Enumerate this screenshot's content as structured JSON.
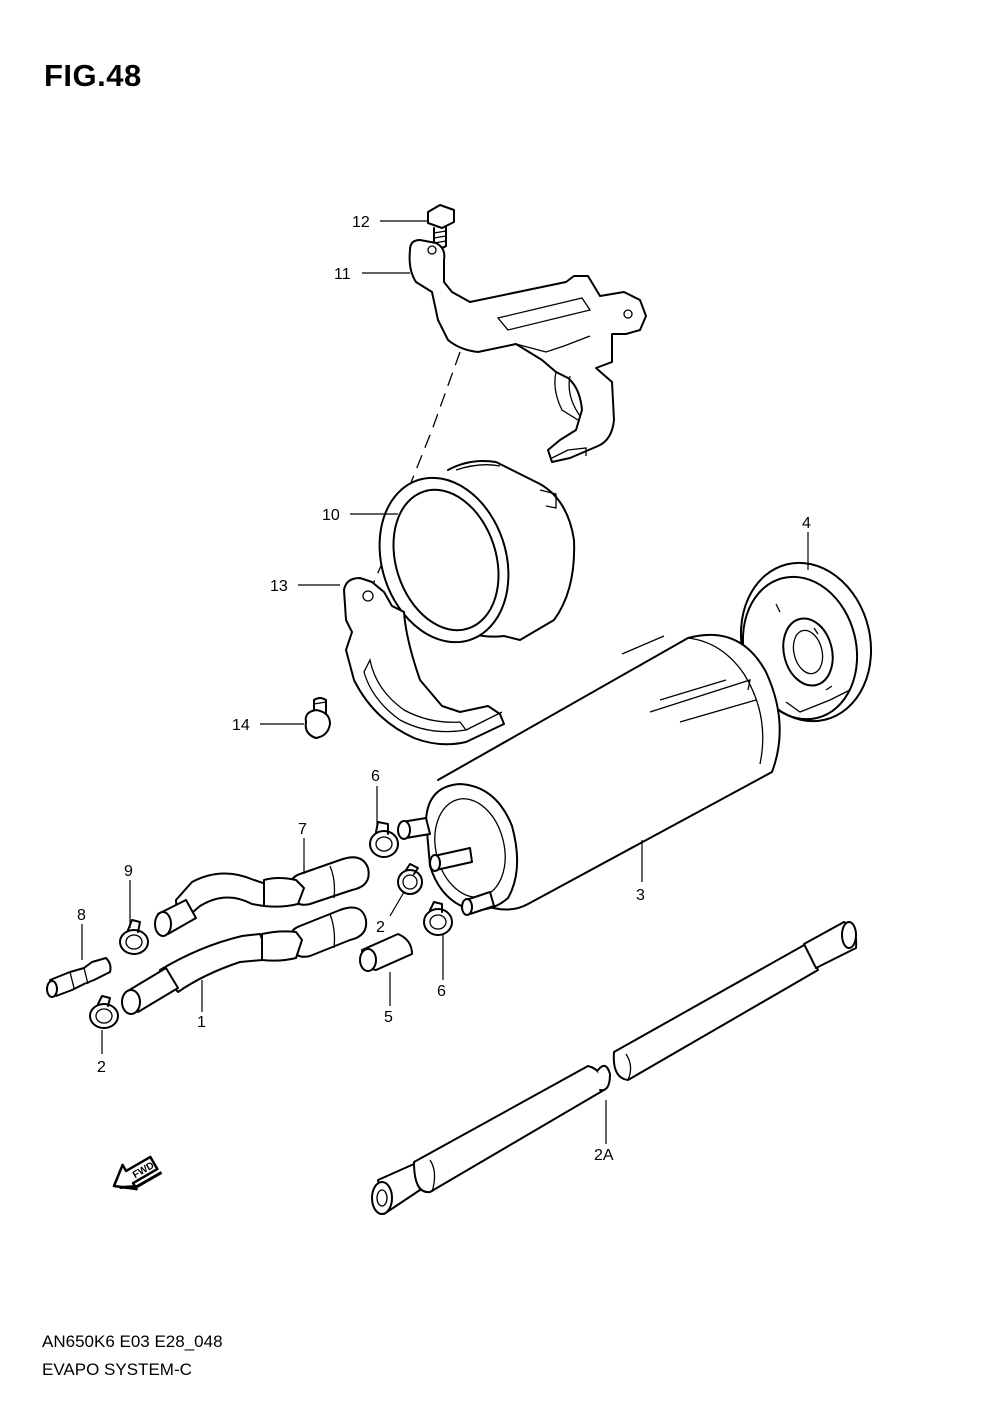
{
  "figure": {
    "title": "FIG.48"
  },
  "footer": {
    "model_code": "AN650K6 E03 E28_048",
    "section_name": "EVAPO SYSTEM-C"
  },
  "fwd_arrow": {
    "label": "FWD",
    "icon": "fwd-arrow-icon"
  },
  "callouts": {
    "c12": "12",
    "c11": "11",
    "c10": "10",
    "c13": "13",
    "c14": "14",
    "c4": "4",
    "c3": "3",
    "c6a": "6",
    "c7": "7",
    "c9": "9",
    "c8": "8",
    "c1": "1",
    "c2a": "2",
    "c2b": "2",
    "c5": "5",
    "c6b": "6",
    "c2A": "2A"
  }
}
